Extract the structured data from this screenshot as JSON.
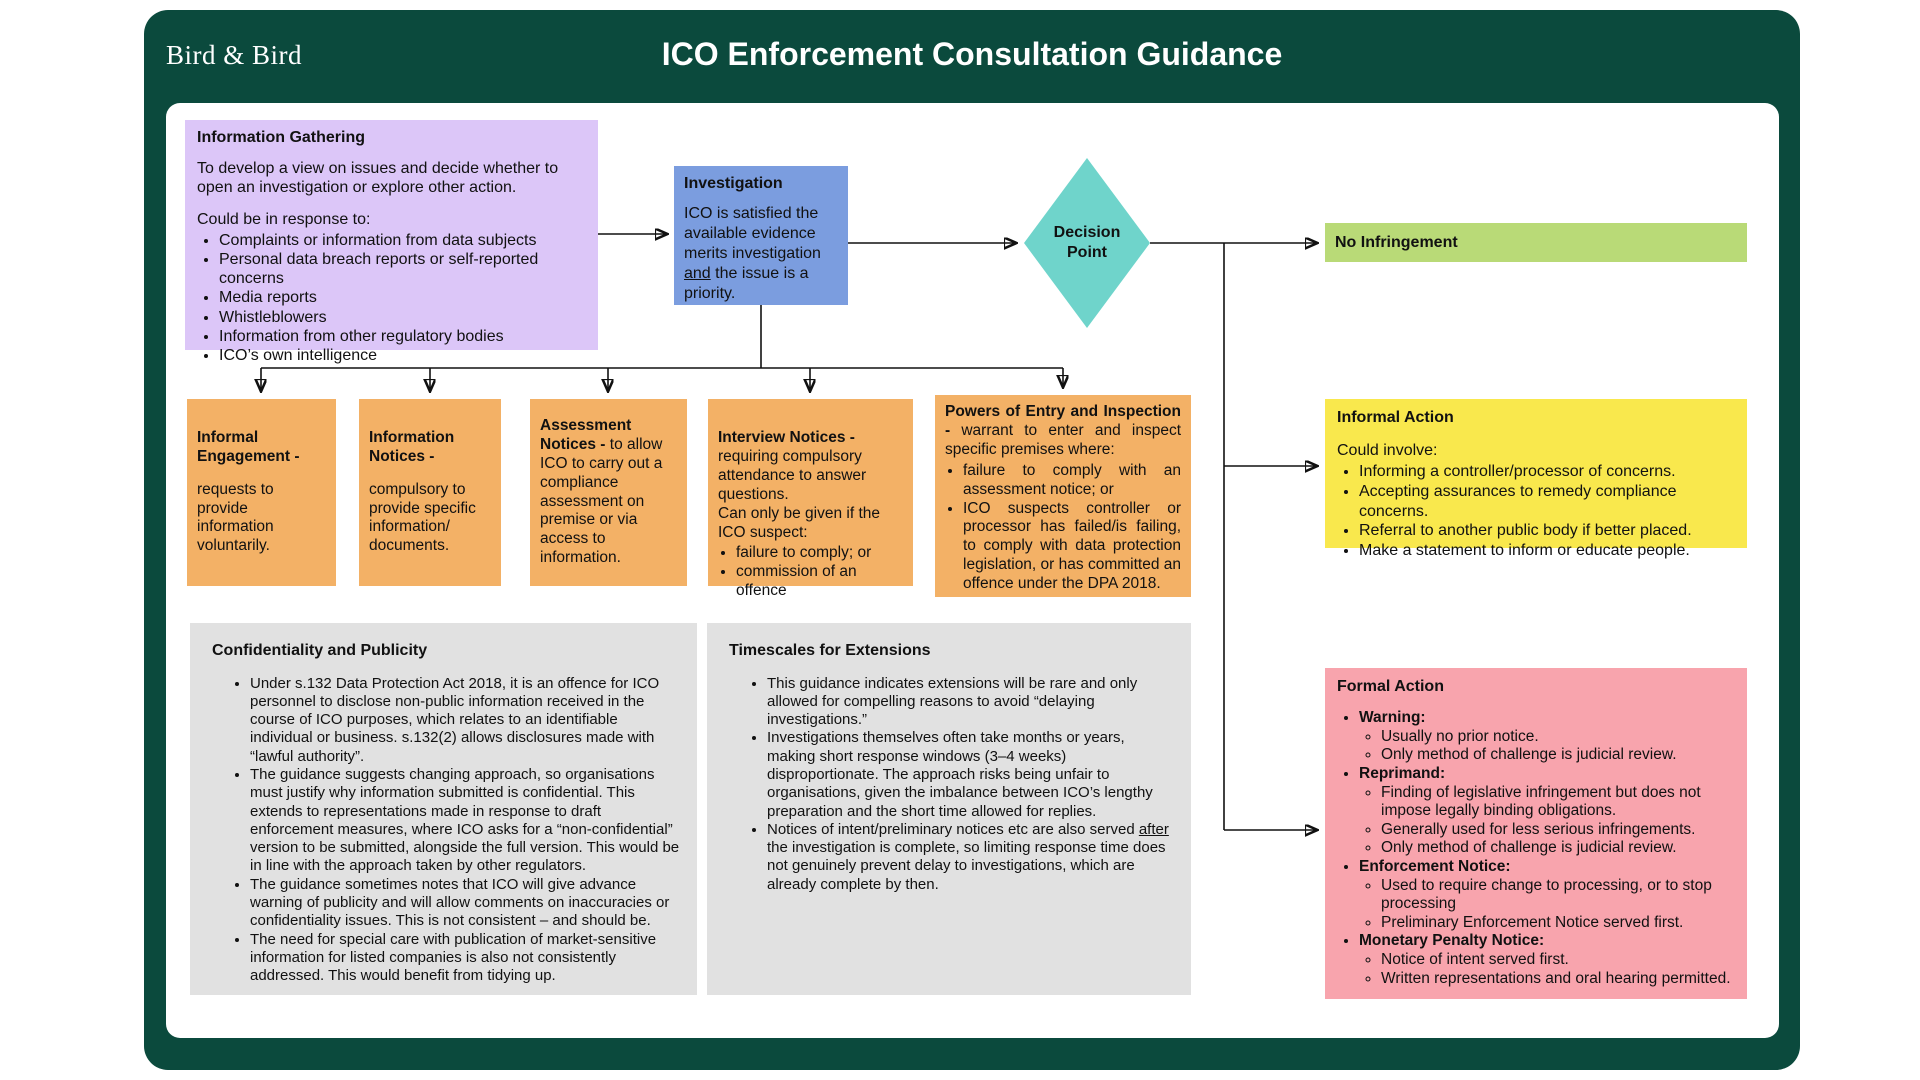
{
  "colors": {
    "frame-green": "#0B4A3D",
    "purple": "#DCC6F8",
    "blue": "#7B9DDF",
    "teal": "#6FD4CB",
    "green": "#B9DA77",
    "orange": "#F3B166",
    "yellow": "#F9E84D",
    "pink": "#F8A4AD",
    "gray": "#E1E1E1",
    "line": "#111111"
  },
  "header": {
    "logo": "Bird & Bird",
    "title": "ICO Enforcement Consultation Guidance"
  },
  "information_gathering": {
    "title": "Information Gathering",
    "intro": "To develop a view on issues and decide whether to open an investigation or explore other action.",
    "lead": "Could be in response to:",
    "bullets": [
      "Complaints or information from data subjects",
      "Personal data breach reports or self-reported concerns",
      "Media reports",
      "Whistleblowers",
      "Information from other regulatory bodies",
      "ICO’s own intelligence"
    ]
  },
  "investigation": {
    "title": "Investigation",
    "body_pre": "ICO is satisfied the available evidence merits investigation ",
    "body_emph": "and",
    "body_post": " the issue is a priority."
  },
  "decision": {
    "label": "Decision Point"
  },
  "no_infringement": {
    "title": "No Infringement"
  },
  "notices": {
    "informal_engagement": {
      "title": "Informal Engagement -",
      "body": "requests to provide information voluntarily."
    },
    "information_notices": {
      "title": "Information Notices  -",
      "body": "compulsory to provide specific information/ documents."
    },
    "assessment_notices": {
      "title": "Assessment Notices -",
      "body": " to allow ICO to carry out a compliance assessment on premise or via access to information."
    },
    "interview_notices": {
      "title": "Interview Notices -",
      "body": "requiring compulsory attendance to answer questions.",
      "lead": "Can only be given if the ICO suspect:",
      "bullets": [
        "failure to comply; or",
        "commission of an offence"
      ]
    },
    "powers_of_entry": {
      "title": "Powers of Entry and Inspection -",
      "body": "warrant to enter and inspect specific premises where:",
      "bullets": [
        "failure to comply with an assessment notice; or",
        "ICO suspects controller or processor has failed/is failing, to comply with data protection legislation, or has committed an offence under the DPA 2018."
      ]
    }
  },
  "confidentiality": {
    "title": "Confidentiality and Publicity",
    "bullets": [
      "Under s.132 Data Protection Act 2018, it is an offence for ICO personnel to disclose non-public information received in the course of ICO purposes, which relates to an identifiable individual or business. s.132(2) allows disclosures made with “lawful authority”.",
      "The guidance suggests changing approach, so organisations must justify why information submitted is confidential. This extends to representations made in response to draft enforcement measures, where ICO asks for a “non-confidential” version to be submitted, alongside the full version. This would be in line with the approach taken by other regulators.",
      "The guidance sometimes notes that ICO will give advance warning of publicity and will allow comments on inaccuracies or confidentiality issues. This is not consistent – and should be.",
      "The need for special care with publication of market-sensitive information for listed companies is also not consistently addressed. This would benefit from tidying up."
    ]
  },
  "timescales": {
    "title": "Timescales for Extensions",
    "bullets": [
      "This guidance indicates extensions will be rare and only allowed for compelling reasons to avoid “delaying investigations.”",
      "Investigations themselves often take months or years, making short response windows (3–4 weeks) disproportionate. The approach risks being unfair to organisations, given the imbalance between ICO’s lengthy preparation and the short time allowed for replies."
    ],
    "bullet3_pre": "Notices of intent/preliminary notices etc are also served ",
    "bullet3_emph": "after",
    "bullet3_post": " the investigation is complete, so limiting response time does not genuinely prevent delay to investigations, which are already complete by then."
  },
  "informal_action": {
    "title": "Informal Action",
    "lead": "Could involve:",
    "bullets": [
      "Informing a controller/processor of concerns.",
      "Accepting assurances to remedy compliance concerns.",
      "Referral to another public body if better placed.",
      "Make a statement to inform or educate people."
    ]
  },
  "formal_action": {
    "title": "Formal Action",
    "items": [
      {
        "label": "Warning:",
        "subs": [
          "Usually no prior notice.",
          "Only method of challenge is judicial review."
        ]
      },
      {
        "label": "Reprimand:",
        "subs": [
          "Finding of legislative infringement but does not impose legally binding obligations.",
          "Generally used for less serious infringements.",
          "Only method of challenge is judicial review."
        ]
      },
      {
        "label": "Enforcement Notice:",
        "subs": [
          "Used to require change to processing, or to stop processing",
          "Preliminary Enforcement Notice served first."
        ]
      },
      {
        "label": "Monetary Penalty Notice:",
        "subs": [
          "Notice of intent served first.",
          "Written representations and oral hearing permitted."
        ]
      }
    ]
  }
}
